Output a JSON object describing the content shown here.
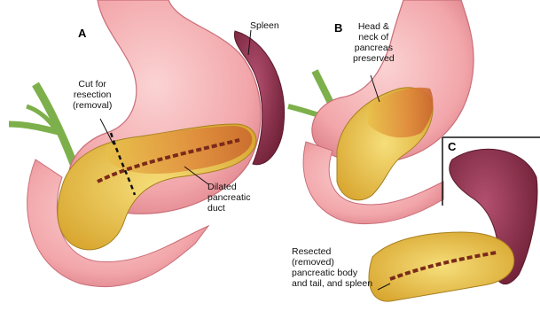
{
  "panels": {
    "a": "A",
    "b": "B",
    "c": "C"
  },
  "labels": {
    "spleen": "Spleen",
    "cut": "Cut for\nresection\n(removal)",
    "dilated": "Dilated\npancreatic\nduct",
    "head_neck": "Head &\nneck of\npancreas\npreserved",
    "resected": "Resected\n(removed)\npancreatic body\nand tail, and spleen"
  },
  "colors": {
    "stomach": "#f2a6aa",
    "stomach_dark": "#d97c84",
    "pancreas": "#e8c04a",
    "pancreas_orange": "#e08a3c",
    "spleen": "#8a2f4a",
    "duct": "#7a2a1a",
    "vessel": "#7db04a"
  }
}
